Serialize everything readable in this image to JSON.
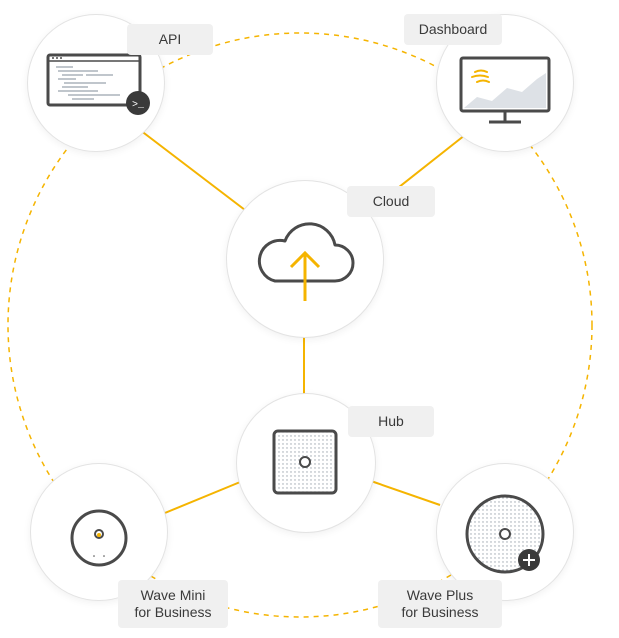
{
  "colors": {
    "accent": "#f5b400",
    "stroke": "#4a4a4a",
    "label_bg": "#f0f0f0",
    "node_border": "#e3e3e3"
  },
  "nodes": {
    "api": {
      "label": "API",
      "icon": "terminal-window-icon"
    },
    "dashboard": {
      "label": "Dashboard",
      "icon": "monitor-chart-icon"
    },
    "cloud": {
      "label": "Cloud",
      "icon": "cloud-upload-icon"
    },
    "hub": {
      "label": "Hub",
      "icon": "hub-device-icon"
    },
    "wave_mini": {
      "label_line1": "Wave Mini",
      "label_line2": "for Business",
      "icon": "wave-mini-device-icon"
    },
    "wave_plus": {
      "label_line1": "Wave Plus",
      "label_line2": "for Business",
      "icon": "wave-plus-device-icon"
    }
  }
}
